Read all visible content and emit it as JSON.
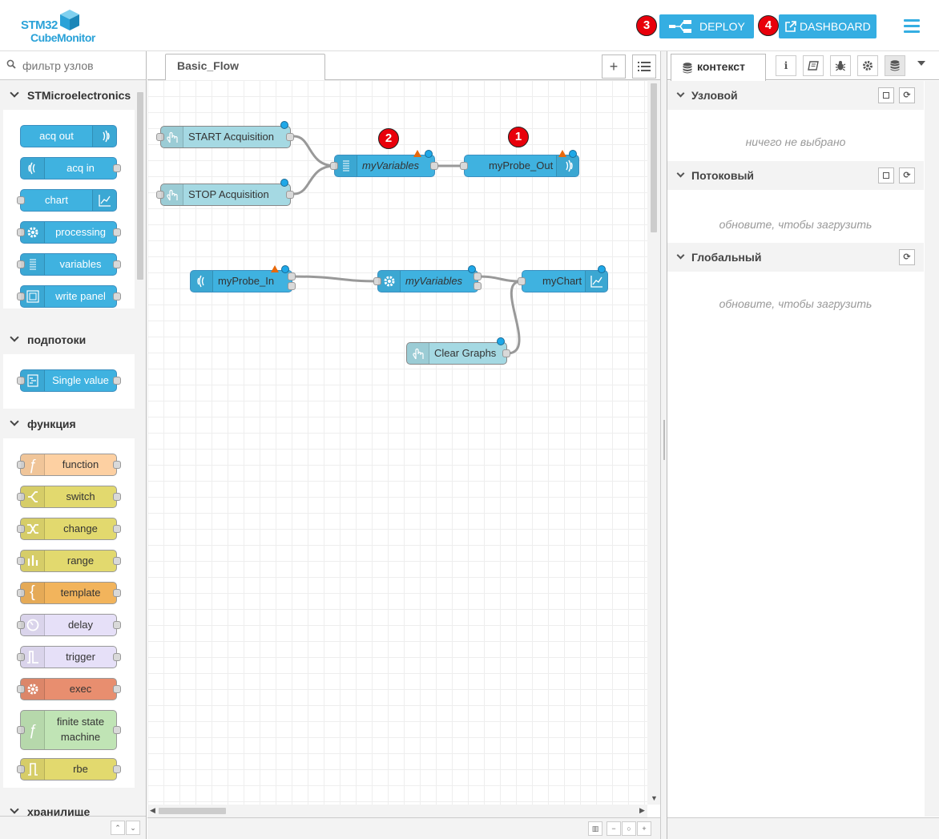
{
  "header": {
    "logo_line1": "STM32",
    "logo_line2": "CubeMonitor",
    "deploy_label": "DEPLOY",
    "dashboard_label": "DASHBOARD",
    "badges": [
      "1",
      "2",
      "3",
      "4"
    ],
    "accent_color": "#35aee2",
    "badge_color": "#e8000b"
  },
  "palette": {
    "search_placeholder": "фильтр узлов",
    "categories": [
      {
        "name": "STMicroelectronics",
        "nodes": [
          {
            "label": "acq out",
            "icon": "wave-icon"
          },
          {
            "label": "acq in",
            "icon": "wave-icon"
          },
          {
            "label": "chart",
            "icon": "chart-icon"
          },
          {
            "label": "processing",
            "icon": "gear-icon"
          },
          {
            "label": "variables",
            "icon": "list-icon"
          },
          {
            "label": "write panel",
            "icon": "panel-icon"
          }
        ]
      },
      {
        "name": "подпотоки",
        "nodes": [
          {
            "label": "Single value",
            "icon": "subflow-icon"
          }
        ]
      },
      {
        "name": "функция",
        "nodes": [
          {
            "label": "function",
            "icon": "function-icon",
            "color": "#fdd0a2"
          },
          {
            "label": "switch",
            "icon": "switch-icon",
            "color": "#e2d96e"
          },
          {
            "label": "change",
            "icon": "shuffle-icon",
            "color": "#e2d96e"
          },
          {
            "label": "range",
            "icon": "range-icon",
            "color": "#e2d96e"
          },
          {
            "label": "template",
            "icon": "braces-icon",
            "color": "#f2b45c"
          },
          {
            "label": "delay",
            "icon": "timer-icon",
            "color": "#e6e0f8"
          },
          {
            "label": "trigger",
            "icon": "trigger-icon",
            "color": "#e6e0f8"
          },
          {
            "label": "exec",
            "icon": "gear-icon",
            "color": "#e88e6f"
          },
          {
            "label_line1": "finite state",
            "label_line2": "machine",
            "icon": "function-icon",
            "color": "#c0e4b5"
          },
          {
            "label": "rbe",
            "icon": "rbe-icon",
            "color": "#e2d96e"
          }
        ]
      },
      {
        "name": "хранилище",
        "nodes": []
      }
    ]
  },
  "workspace": {
    "tab_label": "Basic_Flow",
    "add_tab_symbol": "+",
    "list_symbol": "☰",
    "nodes": {
      "start": "START Acquisition",
      "stop": "STOP Acquisition",
      "my_variables_out": "myVariables",
      "my_probe_out": "myProbe_Out",
      "my_probe_in": "myProbe_In",
      "my_variables_in": "myVariables",
      "my_chart": "myChart",
      "clear_graphs": "Clear Graphs"
    }
  },
  "sidebar": {
    "active_tab": "контекст",
    "sections": [
      {
        "title": "Узловой",
        "body": "ничего не выбрано"
      },
      {
        "title": "Потоковый",
        "body": "обновите, чтобы загрузить"
      },
      {
        "title": "Глобальный",
        "body": "обновите, чтобы загрузить"
      }
    ]
  }
}
